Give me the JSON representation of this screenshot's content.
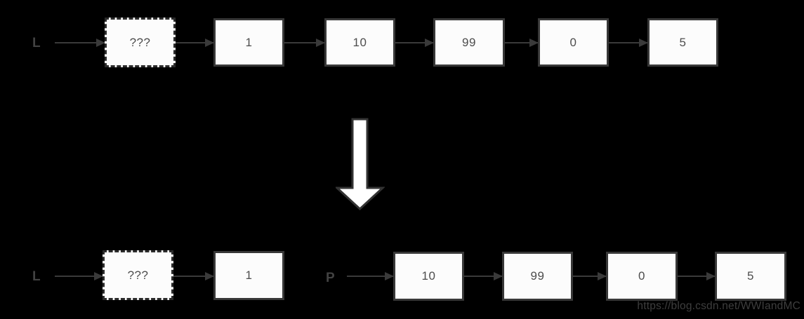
{
  "diagram_type": "linked-list-split",
  "colors": {
    "background": "#000000",
    "node_fill": "#fcfcfc",
    "node_border": "#383838",
    "node_dashed_border": "#2b2b2b",
    "node_text": "#4d4d4d",
    "arrow": "#3a3a3a",
    "pointer_label": "#424242",
    "big_arrow_fill": "#ffffff",
    "big_arrow_border": "#333333",
    "watermark": "#3e3e3e"
  },
  "lists": {
    "initial": {
      "pointer": "L",
      "nodes": [
        "???",
        "1",
        "10",
        "99",
        "0",
        "5"
      ],
      "head_style": "dashed"
    },
    "result_l": {
      "pointer": "L",
      "nodes": [
        "???",
        "1"
      ],
      "head_style": "dashed"
    },
    "result_p": {
      "pointer": "P",
      "nodes": [
        "10",
        "99",
        "0",
        "5"
      ]
    }
  },
  "transform_icon": "big-down-arrow",
  "watermark": "https://blog.csdn.net/WWIandMC"
}
